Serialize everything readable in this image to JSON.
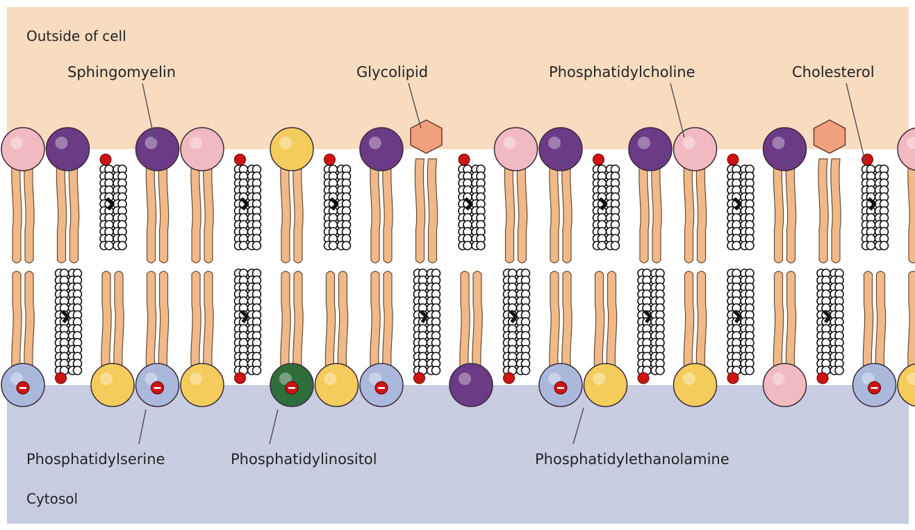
{
  "regions": {
    "outside_label": "Outside of cell",
    "cytosol_label": "Cytosol"
  },
  "labels": {
    "sphingomyelin": "Sphingomyelin",
    "glycolipid": "Glycolipid",
    "phosphatidylcholine": "Phosphatidylcholine",
    "cholesterol": "Cholesterol",
    "phosphatidylserine": "Phosphatidylserine",
    "phosphatidylinositol": "Phosphatidylinositol",
    "phosphatidylethanolamine": "Phosphatidylethanolamine"
  },
  "colors": {
    "outside": "#f8dcc0",
    "cytosol": "#c9cde1",
    "tail": "#efb98a",
    "tail_stroke": "#6b4a2e",
    "sphingomyelin": "#6b3b86",
    "phosphatidylcholine": "#f1b9c0",
    "glycolipid": "#f0a07d",
    "phosphatidylethanolamine": "#f4cc5c",
    "phosphatidylserine": "#aab8dc",
    "phosphatidylinositol": "#2e6e3a",
    "cholesterol_oh": "#cc1414"
  },
  "outer_leaflet": [
    "phosphatidylcholine",
    "sphingomyelin",
    "cholesterol",
    "sphingomyelin",
    "phosphatidylcholine",
    "cholesterol",
    "phosphatidylethanolamine",
    "cholesterol",
    "sphingomyelin",
    "glycolipid",
    "cholesterol",
    "phosphatidylcholine",
    "sphingomyelin",
    "cholesterol",
    "sphingomyelin",
    "phosphatidylcholine",
    "cholesterol",
    "sphingomyelin",
    "glycolipid",
    "cholesterol",
    "phosphatidylcholine"
  ],
  "inner_leaflet": [
    "phosphatidylserine",
    "cholesterol",
    "phosphatidylethanolamine",
    "phosphatidylserine",
    "phosphatidylethanolamine",
    "cholesterol",
    "phosphatidylinositol",
    "phosphatidylethanolamine",
    "phosphatidylserine",
    "cholesterol",
    "sphingomyelin",
    "cholesterol",
    "phosphatidylserine",
    "phosphatidylethanolamine",
    "cholesterol",
    "phosphatidylethanolamine",
    "cholesterol",
    "phosphatidylcholine",
    "cholesterol",
    "phosphatidylserine",
    "phosphatidylethanolamine"
  ]
}
